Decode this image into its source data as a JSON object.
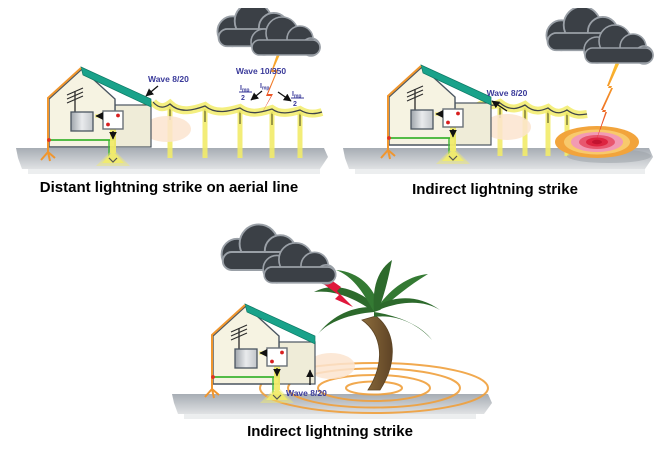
{
  "panels": {
    "distant": {
      "caption": "Distant lightning strike on aerial line",
      "labels": {
        "wave_line": "Wave 8/20",
        "wave_cloud": "Wave 10/350",
        "i_sym": "I",
        "i_sub": "mp",
        "half_den": "2"
      }
    },
    "indirect": {
      "caption": "Indirect lightning strike",
      "labels": {
        "wave_line": "Wave 8/20"
      }
    },
    "indirect_ground": {
      "caption": "Indirect lightning strike",
      "labels": {
        "wave_ground": "Wave 8/20"
      }
    }
  },
  "colors": {
    "label_blue": "#3a3a9a",
    "caption_black": "#000000",
    "roof_teal": "#19a28a",
    "house_cream": "#f6f3e2",
    "surge_yellow": "#f2ec6a",
    "conductor_orange": "#f0962e",
    "earth_green": "#3db531",
    "cloud_dark": "#3b4046",
    "cloud_edge_gray": "#9aa0a7",
    "bolt_orange": "#fcc22f",
    "bolt_red": "#e31c25",
    "ground_strike_red": "#dd2440",
    "ripple_orange": "#f0a03c",
    "ground_gray": "#aab0b7",
    "palm_green": "#2d6a2c",
    "trunk_brown": "#7d5f33",
    "spd_dot_red": "#d81f1f"
  }
}
